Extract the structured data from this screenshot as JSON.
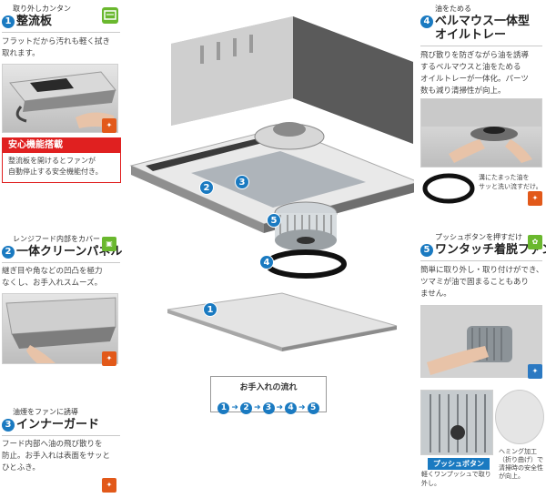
{
  "f1": {
    "caption": "取り外しカンタン",
    "num": "1",
    "title": "整流板",
    "desc": [
      "フラットだから汚れも軽く拭き",
      "取れます。"
    ]
  },
  "safety": {
    "head": "安心機能搭載",
    "desc": [
      "整流板を開けるとファンが",
      "自動停止する安全機能付き。"
    ]
  },
  "f2": {
    "caption": "レンジフード内部をカバー",
    "num": "2",
    "title": "一体クリーンパネル",
    "desc": [
      "継ぎ目や角などの凹凸を極力",
      "なくし、お手入れスムーズ。"
    ]
  },
  "f3": {
    "caption": "油煙をファンに誘導",
    "num": "3",
    "title": "インナーガード",
    "desc": [
      "フード内部へ油の飛び散りを",
      "防止。お手入れは表面をサッと",
      "ひとふき。"
    ]
  },
  "f4": {
    "caption": "油をためる",
    "num": "4",
    "title_line1": "ベルマウス一体型",
    "title_line2": "オイルトレー",
    "desc": [
      "飛び散りを防ぎながら油を誘導",
      "するベルマウスと油をためる",
      "オイルトレーが一体化。パーツ",
      "数も減り清掃性が向上。"
    ],
    "ring_caption": [
      "溝にたまった油を",
      "サッと洗い流すだけ。"
    ]
  },
  "f5": {
    "caption": "プッシュボタンを押すだけ",
    "num": "5",
    "title": "ワンタッチ着脱ファン",
    "desc": [
      "簡単に取り外し・取り付けができ、",
      "ツマミが油で固まることもあり",
      "ません。"
    ],
    "push_label": "プッシュボタン",
    "push_desc": [
      "軽くワンプッシュで取り",
      "外し。"
    ],
    "hem_desc": [
      "ヘミング加工",
      "（折り曲げ）で",
      "清掃時の安全性",
      "が向上。"
    ]
  },
  "badges": [
    "2",
    "3",
    "5",
    "4",
    "1"
  ],
  "flow": {
    "title": "お手入れの流れ",
    "steps": [
      "1",
      "2",
      "3",
      "4",
      "5"
    ]
  },
  "icons": {
    "care": "care-icon"
  },
  "colors": {
    "accent": "#1a7ac1",
    "alert": "#e02020",
    "care": "#e2591a"
  }
}
